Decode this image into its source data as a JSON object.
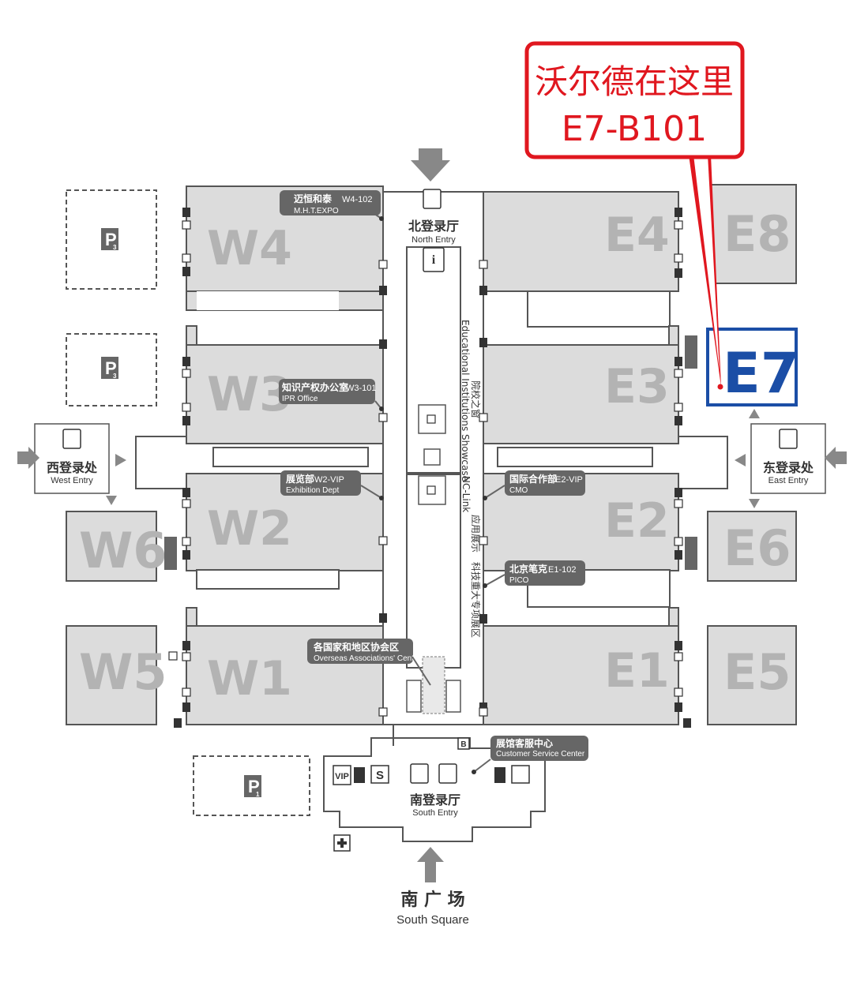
{
  "highlight": {
    "line1": "沃尔德在这里",
    "line2": "E7-B101",
    "target_hall": "E7",
    "border_color": "#e0171f",
    "target_color": "#1b4ea6"
  },
  "halls": {
    "W1": "W1",
    "W2": "W2",
    "W3": "W3",
    "W4": "W4",
    "W5": "W5",
    "W6": "W6",
    "E1": "E1",
    "E2": "E2",
    "E3": "E3",
    "E4": "E4",
    "E5": "E5",
    "E6": "E6",
    "E7": "E7",
    "E8": "E8"
  },
  "entries": {
    "north": {
      "cn": "北登录厅",
      "en": "North Entry"
    },
    "west": {
      "cn": "西登录处",
      "en": "West Entry"
    },
    "east": {
      "cn": "东登录处",
      "en": "East Entry"
    },
    "south": {
      "cn": "南登录厅",
      "en": "South Entry"
    }
  },
  "square": {
    "cn": "南 广 场",
    "en": "South Square"
  },
  "callouts": {
    "w4": {
      "cn": "迈恒和泰",
      "code": "W4-102",
      "en": "M.H.T.EXPO"
    },
    "w3": {
      "cn": "知识产权办公室",
      "code": "W3-101",
      "en": "IPR Office"
    },
    "w2": {
      "cn": "展览部",
      "code": "W2-VIP",
      "en": "Exhibition Dept"
    },
    "w1": {
      "cn": "各国家和地区协会区",
      "code": "",
      "en": "Overseas Associations' Center"
    },
    "e2": {
      "cn": "国际合作部",
      "code": "E2-VIP",
      "en": "CMO"
    },
    "e1": {
      "cn": "北京笔克",
      "code": "E1-102",
      "en": "PICO"
    },
    "service": {
      "cn": "展馆客服中心",
      "code": "",
      "en": "Customer Service Center"
    }
  },
  "corridor": {
    "upper_cn": "院校之窗",
    "upper_en": "Educational Institutions Showcase",
    "lower_en": "NC-Link",
    "lower_cn1": "应用展示",
    "lower_cn2": "科技重大专项展区"
  },
  "parking": {
    "p3a": {
      "letter": "P",
      "sub": "3"
    },
    "p3b": {
      "letter": "P",
      "sub": "3"
    },
    "p1": {
      "letter": "P",
      "sub": "1"
    }
  },
  "service_icons": {
    "vip": "VIP",
    "shuttle": "S",
    "b_marker": "B"
  }
}
